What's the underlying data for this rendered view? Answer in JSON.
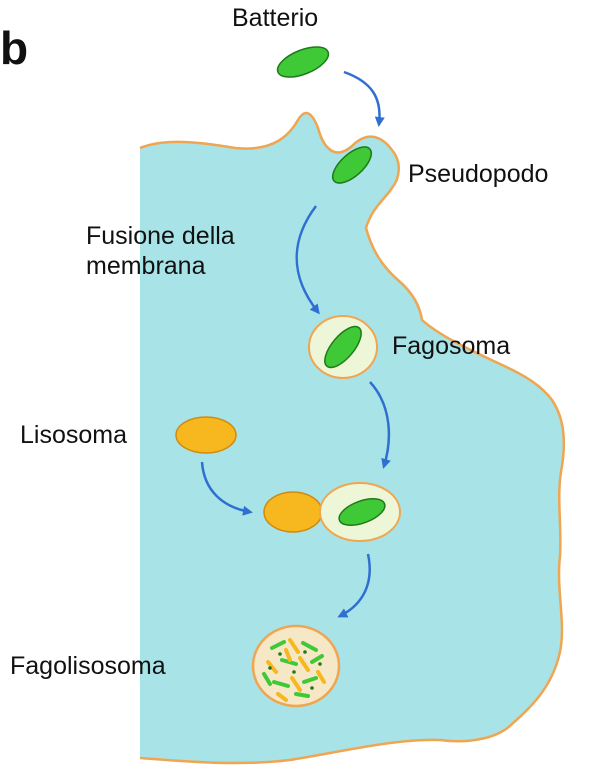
{
  "corner_letter": "b",
  "labels": {
    "batterio": "Batterio",
    "pseudopodo": "Pseudopodo",
    "fusione_line1": "Fusione della",
    "fusione_line2": "membrana",
    "fagosoma": "Fagosoma",
    "lisosoma": "Lisosoma",
    "fagolisosoma": "Fagolisosoma"
  },
  "colors": {
    "cytoplasm": "#a8e3e8",
    "membrane": "#f0a550",
    "bacterium_fill": "#3fc936",
    "bacterium_stroke": "#1f7a1a",
    "vesicle_fill": "#eef6d8",
    "lysosome_fill": "#f6b71f",
    "arrow": "#2f6fd1"
  }
}
